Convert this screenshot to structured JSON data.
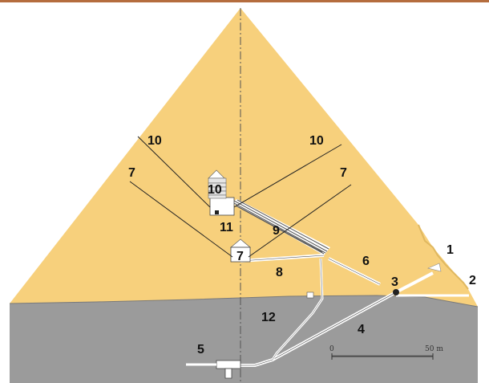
{
  "colors": {
    "top_border": "#b56d3e",
    "pyramid_fill": "#f7d07c",
    "ground_fill": "#9b9b9b",
    "shaft_line": "#222222",
    "chamber_fill": "#ffffff",
    "gallery_hatch": "#5a5a5a",
    "label_text": "#111111"
  },
  "labels": {
    "l1": "1",
    "l2": "2",
    "l3": "3",
    "l4": "4",
    "l5": "5",
    "l6": "6",
    "l7a": "7",
    "l7b": "7",
    "l7c": "7",
    "l8": "8",
    "l9": "9",
    "l10a": "10",
    "l10b": "10",
    "l10c": "10",
    "l11": "11",
    "l12": "12"
  },
  "scale": {
    "start": "0",
    "end": "50 m"
  }
}
